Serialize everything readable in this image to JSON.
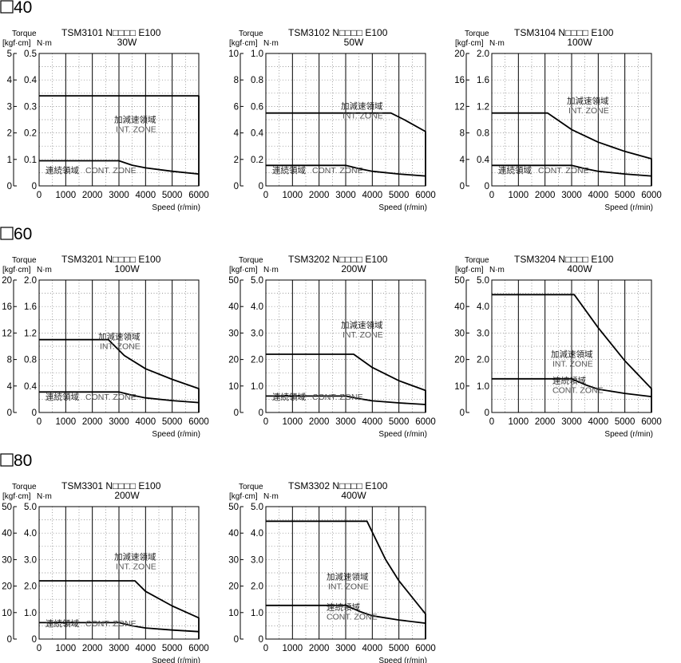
{
  "sections": [
    {
      "label": "40"
    },
    {
      "label": "60"
    },
    {
      "label": "80"
    }
  ],
  "common": {
    "torque_label": "Torque",
    "unit_left": "[kgf·cm]",
    "unit_right": "N·m",
    "x_label": "Speed (r/min)",
    "x_ticks": [
      "0",
      "1000",
      "2000",
      "3000",
      "4000",
      "5000",
      "6000"
    ],
    "int_zone_jp": "加減速領域",
    "int_zone_en": "INT. ZONE",
    "cont_zone_jp": "連続領域",
    "cont_zone_en": "CONT. ZONE"
  },
  "chart_data": [
    {
      "type": "area",
      "model": "TSM3101 N□□□□ E100",
      "power": "30W",
      "xlim": [
        0,
        6000
      ],
      "ylim": [
        0,
        0.5
      ],
      "y_ticks_nm": [
        "0",
        "0.1",
        "0.2",
        "0.3",
        "0.4",
        "0.5"
      ],
      "y_ticks_kgf": [
        "0",
        "1",
        "2",
        "3",
        "4",
        "5"
      ],
      "series": [
        {
          "name": "INT. ZONE",
          "x": [
            0,
            3000,
            4000,
            5000,
            6000,
            6000
          ],
          "y": [
            0.34,
            0.34,
            0.34,
            0.34,
            0.34,
            0
          ]
        },
        {
          "name": "CONT. ZONE",
          "x": [
            0,
            3000,
            3500,
            4000,
            5000,
            6000
          ],
          "y": [
            0.095,
            0.095,
            0.078,
            0.068,
            0.055,
            0.045
          ]
        }
      ]
    },
    {
      "type": "area",
      "model": "TSM3102 N□□□□ E100",
      "power": "50W",
      "xlim": [
        0,
        6000
      ],
      "ylim": [
        0,
        1.0
      ],
      "y_ticks_nm": [
        "0",
        "0.2",
        "0.4",
        "0.6",
        "0.8",
        "1.0"
      ],
      "y_ticks_kgf": [
        "0",
        "2",
        "4",
        "6",
        "8",
        "10"
      ],
      "series": [
        {
          "name": "INT. ZONE",
          "x": [
            0,
            4700,
            5200,
            6000,
            6000
          ],
          "y": [
            0.55,
            0.55,
            0.5,
            0.41,
            0
          ]
        },
        {
          "name": "CONT. ZONE",
          "x": [
            0,
            3000,
            3500,
            4000,
            5000,
            6000
          ],
          "y": [
            0.155,
            0.155,
            0.13,
            0.11,
            0.09,
            0.075
          ]
        }
      ]
    },
    {
      "type": "area",
      "model": "TSM3104 N□□□□ E100",
      "power": "100W",
      "xlim": [
        0,
        6000
      ],
      "ylim": [
        0,
        2.0
      ],
      "y_ticks_nm": [
        "0",
        "0.4",
        "0.8",
        "1.2",
        "1.6",
        "2.0"
      ],
      "y_ticks_kgf": [
        "0",
        "4",
        "8",
        "12",
        "16",
        "20"
      ],
      "series": [
        {
          "name": "INT. ZONE",
          "x": [
            0,
            2100,
            3000,
            4000,
            5000,
            6000,
            6000
          ],
          "y": [
            1.1,
            1.1,
            0.85,
            0.66,
            0.52,
            0.41,
            0
          ]
        },
        {
          "name": "CONT. ZONE",
          "x": [
            0,
            3000,
            3500,
            4000,
            5000,
            6000
          ],
          "y": [
            0.31,
            0.31,
            0.26,
            0.22,
            0.18,
            0.15
          ]
        }
      ]
    },
    {
      "type": "area",
      "model": "TSM3201 N□□□□ E100",
      "power": "100W",
      "xlim": [
        0,
        6000
      ],
      "ylim": [
        0,
        2.0
      ],
      "y_ticks_nm": [
        "0",
        "0.4",
        "0.8",
        "1.2",
        "1.6",
        "2.0"
      ],
      "y_ticks_kgf": [
        "0",
        "4",
        "8",
        "12",
        "16",
        "20"
      ],
      "series": [
        {
          "name": "INT. ZONE",
          "x": [
            0,
            2600,
            3200,
            4000,
            5000,
            6000,
            6000
          ],
          "y": [
            1.1,
            1.1,
            0.86,
            0.66,
            0.5,
            0.36,
            0
          ]
        },
        {
          "name": "CONT. ZONE",
          "x": [
            0,
            3000,
            3500,
            4000,
            5000,
            6000
          ],
          "y": [
            0.31,
            0.31,
            0.26,
            0.22,
            0.18,
            0.15
          ]
        }
      ]
    },
    {
      "type": "area",
      "model": "TSM3202 N□□□□ E100",
      "power": "200W",
      "xlim": [
        0,
        6000
      ],
      "ylim": [
        0,
        5.0
      ],
      "y_ticks_nm": [
        "0",
        "1.0",
        "2.0",
        "3.0",
        "4.0",
        "5.0"
      ],
      "y_ticks_kgf": [
        "0",
        "10",
        "20",
        "30",
        "40",
        "50"
      ],
      "series": [
        {
          "name": "INT. ZONE",
          "x": [
            0,
            3300,
            4000,
            5000,
            6000,
            6000
          ],
          "y": [
            2.2,
            2.2,
            1.7,
            1.2,
            0.83,
            0
          ]
        },
        {
          "name": "CONT. ZONE",
          "x": [
            0,
            3000,
            3500,
            4000,
            5000,
            6000
          ],
          "y": [
            0.62,
            0.62,
            0.52,
            0.44,
            0.36,
            0.3
          ]
        }
      ]
    },
    {
      "type": "area",
      "model": "TSM3204 N□□□□ E100",
      "power": "400W",
      "xlim": [
        0,
        6000
      ],
      "ylim": [
        0,
        5.0
      ],
      "y_ticks_nm": [
        "0",
        "1.0",
        "2.0",
        "3.0",
        "4.0",
        "5.0"
      ],
      "y_ticks_kgf": [
        "0",
        "10",
        "20",
        "30",
        "40",
        "50"
      ],
      "series": [
        {
          "name": "INT. ZONE",
          "x": [
            0,
            3100,
            4000,
            5000,
            6000,
            6000
          ],
          "y": [
            4.45,
            4.45,
            3.2,
            1.95,
            0.9,
            0
          ]
        },
        {
          "name": "CONT. ZONE",
          "x": [
            0,
            3000,
            3500,
            4000,
            5000,
            6000
          ],
          "y": [
            1.27,
            1.27,
            1.05,
            0.88,
            0.72,
            0.6
          ]
        }
      ]
    },
    {
      "type": "area",
      "model": "TSM3301 N□□□□ E100",
      "power": "200W",
      "xlim": [
        0,
        6000
      ],
      "ylim": [
        0,
        5.0
      ],
      "y_ticks_nm": [
        "0",
        "1.0",
        "2.0",
        "3.0",
        "4.0",
        "5.0"
      ],
      "y_ticks_kgf": [
        "0",
        "10",
        "20",
        "30",
        "40",
        "50"
      ],
      "series": [
        {
          "name": "INT. ZONE",
          "x": [
            0,
            3600,
            4000,
            5000,
            6000,
            6000
          ],
          "y": [
            2.2,
            2.2,
            1.8,
            1.25,
            0.8,
            0
          ]
        },
        {
          "name": "CONT. ZONE",
          "x": [
            0,
            3000,
            3500,
            4000,
            5000,
            6000
          ],
          "y": [
            0.62,
            0.62,
            0.5,
            0.42,
            0.34,
            0.28
          ]
        }
      ]
    },
    {
      "type": "area",
      "model": "TSM3302 N□□□□ E100",
      "power": "400W",
      "xlim": [
        0,
        6000
      ],
      "ylim": [
        0,
        5.0
      ],
      "y_ticks_nm": [
        "0",
        "1.0",
        "2.0",
        "3.0",
        "4.0",
        "5.0"
      ],
      "y_ticks_kgf": [
        "0",
        "10",
        "20",
        "30",
        "40",
        "50"
      ],
      "series": [
        {
          "name": "INT. ZONE",
          "x": [
            0,
            3800,
            4500,
            5000,
            6000,
            6000
          ],
          "y": [
            4.45,
            4.45,
            3.0,
            2.2,
            0.95,
            0
          ]
        },
        {
          "name": "CONT. ZONE",
          "x": [
            0,
            3000,
            3500,
            4000,
            5000,
            6000
          ],
          "y": [
            1.27,
            1.27,
            1.05,
            0.88,
            0.72,
            0.6
          ]
        }
      ]
    }
  ]
}
